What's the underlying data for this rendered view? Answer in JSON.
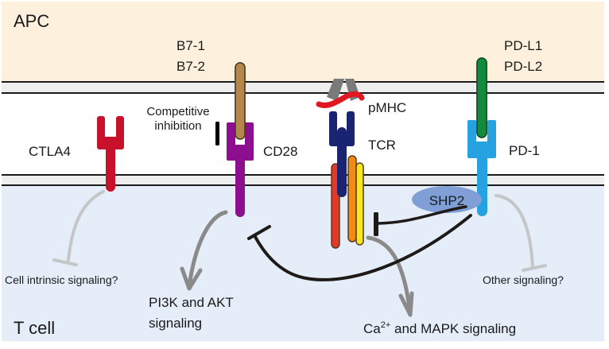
{
  "regions": {
    "apc": {
      "label": "APC",
      "color": "#fdf1de"
    },
    "tcell": {
      "label": "T cell",
      "color": "#e5eef8"
    },
    "membrane_fill": "#eeeeee",
    "synapse_fill": "#ffffff"
  },
  "molecules": {
    "b7": {
      "label_line1": "B7-1",
      "label_line2": "B7-2",
      "color": "#b5874b"
    },
    "cd28": {
      "label": "CD28",
      "color": "#8d0f8f"
    },
    "ctla4": {
      "label": "CTLA4",
      "color": "#c8112a"
    },
    "pmhc": {
      "label": "pMHC",
      "mhc_color": "#7a7a7a",
      "peptide_color": "#e01822"
    },
    "tcr": {
      "label": "TCR",
      "color": "#1a2470",
      "cd3_colors": [
        "#e23a26",
        "#f08c14",
        "#f8e81c"
      ]
    },
    "pdl": {
      "label_line1": "PD-L1",
      "label_line2": "PD-L2",
      "color": "#138a3e"
    },
    "pd1": {
      "label": "PD-1",
      "color": "#27a2e0"
    },
    "shp2": {
      "label": "SHP2",
      "color": "#7f9fd6"
    }
  },
  "annotations": {
    "competitive_line1": "Competitive",
    "competitive_line2": "inhibition",
    "cell_intrinsic": "Cell intrinsic signaling?",
    "pi3k_line1": "PI3K and AKT",
    "pi3k_line2": "signaling",
    "ca_prefix": "Ca",
    "ca_superscript": "2+",
    "ca_suffix": " and MAPK signaling",
    "other_signaling": "Other signaling?"
  },
  "colors": {
    "inhibit_dark": "#1e1a18",
    "arrow_grey": "#8a8a8a",
    "faint_grey": "#c4c6c8",
    "membrane_line": "#1a1a1a"
  }
}
